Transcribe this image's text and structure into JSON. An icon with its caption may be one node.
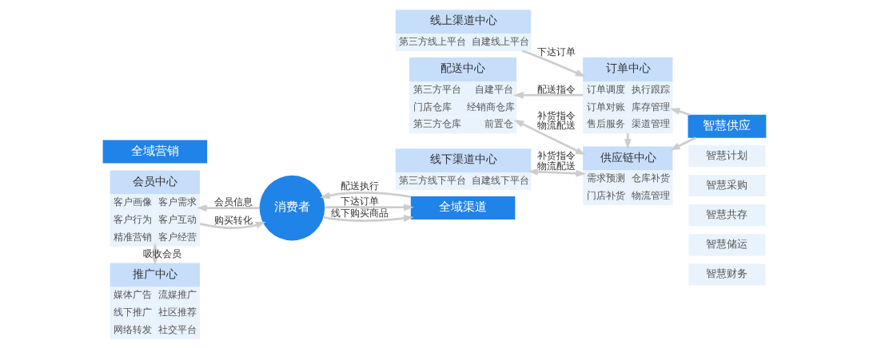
{
  "diagram": {
    "nodes": [
      {
        "text": [
          "全域营销"
        ]
      },
      {
        "text": [
          "会员中心",
          "客户画像",
          "客户需求",
          "客户行为",
          "客户互动",
          "精准营销",
          "客户经营"
        ]
      },
      {
        "text": [
          "推广中心",
          "媒体广告",
          "流媒推广",
          "线下推广",
          "社区推荐",
          "网络转发",
          "社交平台"
        ]
      },
      {
        "text": [
          "消费者"
        ]
      },
      {
        "text": [
          "全域渠道"
        ]
      },
      {
        "text": [
          "线上渠道中心",
          "第三方线上平台",
          "自建线上平台"
        ]
      },
      {
        "text": [
          "配送中心",
          "第三方平台",
          "自建平台",
          "门店仓库",
          "经销商仓库",
          "第三方仓库",
          "前置仓"
        ]
      },
      {
        "text": [
          "线下渠道中心",
          "第三方线下平台",
          "自建线下平台"
        ]
      },
      {
        "text": [
          "订单中心",
          "订单调度",
          "执行跟踪",
          "订单对账",
          "库存管理",
          "售后服务",
          "渠道管理"
        ]
      },
      {
        "text": [
          "供应链中心",
          "需求预测",
          "仓库补货",
          "门店补货",
          "物流管理"
        ]
      },
      {
        "text": [
          "智慧供应"
        ]
      },
      {
        "text": [
          "智慧计划"
        ]
      },
      {
        "text": [
          "智慧采购"
        ]
      },
      {
        "text": [
          "智慧共存"
        ]
      },
      {
        "text": [
          "智慧储运"
        ]
      },
      {
        "text": [
          "智慧财务"
        ]
      }
    ],
    "edges": [
      {
        "from": 1,
        "to": 3,
        "arrow": "to",
        "label": "购买转化"
      },
      {
        "from": 3,
        "to": 4,
        "arrow": "to",
        "label": "下达订单"
      },
      {
        "from": 3,
        "to": 1,
        "arrow": "to",
        "label": "会员信息"
      },
      {
        "from": 4,
        "to": 3,
        "arrow": "to",
        "label": "配送执行"
      },
      {
        "from": 1,
        "to": 2,
        "arrow": "both",
        "label": "吸收会员"
      },
      {
        "from": 3,
        "to": 4,
        "arrow": "to",
        "label": "线下购买商品"
      },
      {
        "from": 5,
        "to": 8,
        "arrow": "to",
        "label": "下达订单"
      },
      {
        "from": 8,
        "to": 6,
        "arrow": "to",
        "label": "配送指令"
      },
      {
        "from": 6,
        "to": 9,
        "arrow": "both",
        "label": "补货指令物流配送"
      },
      {
        "from": 8,
        "to": 9,
        "arrow": "to"
      },
      {
        "from": 7,
        "to": 9,
        "arrow": "both",
        "label": "补货指令物流配送"
      },
      {
        "from": 10,
        "to": 8,
        "arrow": "to"
      },
      {
        "from": 10,
        "to": 9,
        "arrow": "to"
      }
    ]
  }
}
